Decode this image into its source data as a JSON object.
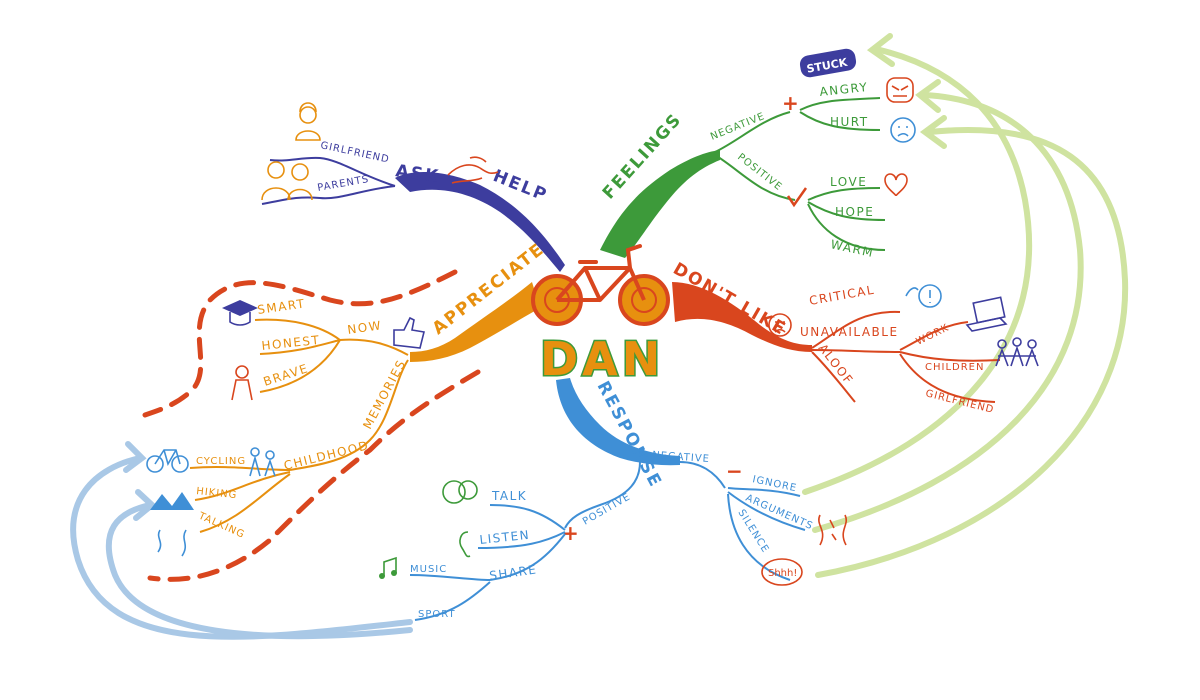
{
  "center": {
    "name": "DAN",
    "icon": "bicycle-icon"
  },
  "colors": {
    "help": "#3d3d9e",
    "feelings": "#3d9a3a",
    "dont_like": "#d9461e",
    "appreciate": "#e7900f",
    "response": "#3f8fd6",
    "dashes": "#d9461e",
    "loop_green": "#cfe3a0",
    "loop_blue": "#a9c8e6"
  },
  "help": {
    "title": "HELP",
    "ask": "ASK",
    "girlfriend": "GIRLFRIEND",
    "parents": "PARENTS",
    "icons": [
      "handshake-icon",
      "girlfriend-icon",
      "parents-icon"
    ]
  },
  "feelings": {
    "title": "FEELINGS",
    "negative": "NEGATIVE",
    "positive": "POSITIVE",
    "stuck": "STUCK",
    "angry": "ANGRY",
    "hurt": "HURT",
    "love": "LOVE",
    "hope": "HOPE",
    "warm": "WARM",
    "icons": [
      "plus-icon",
      "check-icon",
      "angry-face-icon",
      "hurt-face-icon",
      "heart-icon",
      "stuck-badge-icon"
    ]
  },
  "dont_like": {
    "title": "DON'T LIKE",
    "critical": "CRITICAL",
    "unavailable": "UNAVAILABLE",
    "aloof": "ALOOF",
    "work": "WORK",
    "children": "CHILDREN",
    "girlfriend": "GIRLFRIEND",
    "icons": [
      "sad-face-icon",
      "speech-exclaim-icon",
      "laptop-icon",
      "children-icon"
    ]
  },
  "appreciate": {
    "title": "APPRECIATE",
    "now": "NOW",
    "smart": "SMART",
    "honest": "HONEST",
    "brave": "BRAVE",
    "memories": "MEMORIES",
    "childhood": "CHILDHOOD",
    "cycling": "CYCLING",
    "hiking": "HIKING",
    "talking": "TALKING",
    "icons": [
      "thumbs-up-icon",
      "graduation-cap-icon",
      "brave-person-icon",
      "bicycle-small-icon",
      "family-icon",
      "mountains-icon",
      "faces-icon"
    ]
  },
  "response": {
    "title": "RESPONSE",
    "negative": "NEGATIVE",
    "positive": "POSITIVE",
    "ignore": "IGNORE",
    "arguments": "ARGUMENTS",
    "silence": "SILENCE",
    "shhh": "Shhh!",
    "talk": "TALK",
    "listen": "LISTEN",
    "share": "SHARE",
    "music": "MUSIC",
    "sport": "SPORT",
    "icons": [
      "minus-icon",
      "plus-icon",
      "speech-bubbles-icon",
      "ear-icon",
      "music-note-icon",
      "arguing-faces-icon"
    ]
  }
}
